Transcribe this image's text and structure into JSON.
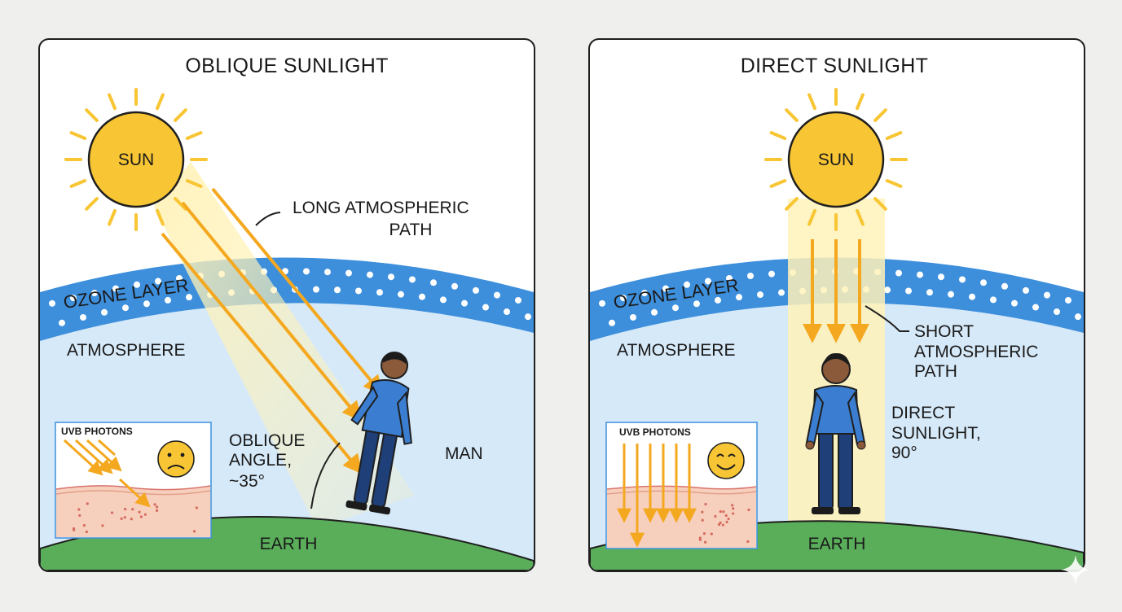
{
  "left": {
    "title": "OBLIQUE SUNLIGHT",
    "sun": "SUN",
    "path_label_1": "LONG ATMOSPHERIC",
    "path_label_2": "PATH",
    "ozone": "OZONE LAYER",
    "atmosphere": "ATMOSPHERE",
    "angle_1": "OBLIQUE",
    "angle_2": "ANGLE,",
    "angle_3": "~35°",
    "man": "MAN",
    "earth": "EARTH",
    "inset_label": "UVB PHOTONS",
    "face": "sad-face-icon"
  },
  "right": {
    "title": "DIRECT SUNLIGHT",
    "sun": "SUN",
    "ozone": "OZONE LAYER",
    "atmosphere": "ATMOSPHERE",
    "path_label_1": "SHORT",
    "path_label_2": "ATMOSPHERIC",
    "path_label_3": "PATH",
    "angle_1": "DIRECT",
    "angle_2": "SUNLIGHT,",
    "angle_3": "90°",
    "earth": "EARTH",
    "inset_label": "UVB PHOTONS",
    "face": "smiling-face-icon"
  },
  "colors": {
    "sun": "#f8c534",
    "ray": "#f4a81f",
    "ozone": "#3d8fdc",
    "atmosphere": "#d6e9f8",
    "earth": "#5aae5a",
    "shirt": "#3b7ed1",
    "pants": "#1e3f78",
    "skin_layer": "#f7cfbd"
  }
}
